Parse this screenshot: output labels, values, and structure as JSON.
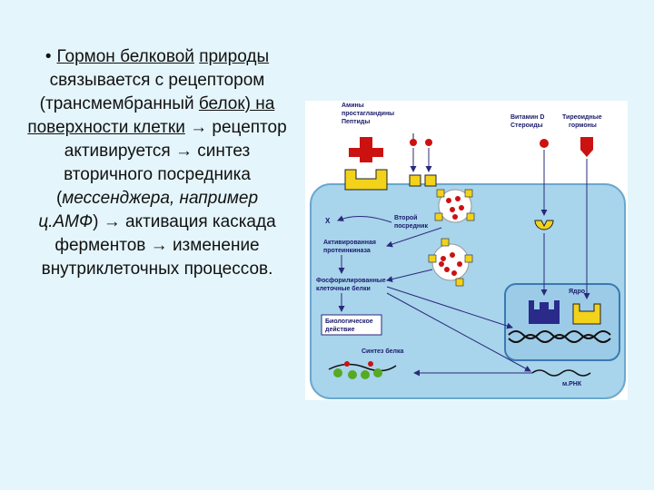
{
  "slide": {
    "bullet": "•",
    "t1": "Гормон белковой",
    "t2": "природы",
    "t3": " связывается с рецептором (трансмембранный ",
    "t4": "белок) на поверхности клетки",
    "t5": " → рецептор активируется → синтез вторичного посредника (",
    "t6": "мессенджера, например ц.АМФ",
    "t7": ") → активация каскада ферментов → изменение внутриклеточных процессов."
  },
  "figure": {
    "amines": "Амины",
    "prostaglandins": "простагландины",
    "peptides": "Пептиды",
    "vitamin_d": "Витамин D",
    "steroids": "Стероиды",
    "thyroid1": "Тиреоидные",
    "thyroid2": "гормоны",
    "x_label": "X",
    "second1": "Второй",
    "second2": "посредник",
    "pk1": "Активированная",
    "pk2": "протеинкиназа",
    "pp1": "Фосфорилированные",
    "pp2": "клеточные белки",
    "bio1": "Биологическое",
    "bio2": "действие",
    "synth": "Синтез белка",
    "nucleus": "Ядро",
    "mrna": "м.РНК"
  },
  "colors": {
    "background": "#e4f5fb",
    "cell": "#a8d4ec",
    "nucleus": "#9ccbe8",
    "hormone_red": "#cc1111",
    "receptor_yellow": "#f2d21a",
    "receptor_navy": "#2a2a8a",
    "protein_green": "#55aa22"
  }
}
